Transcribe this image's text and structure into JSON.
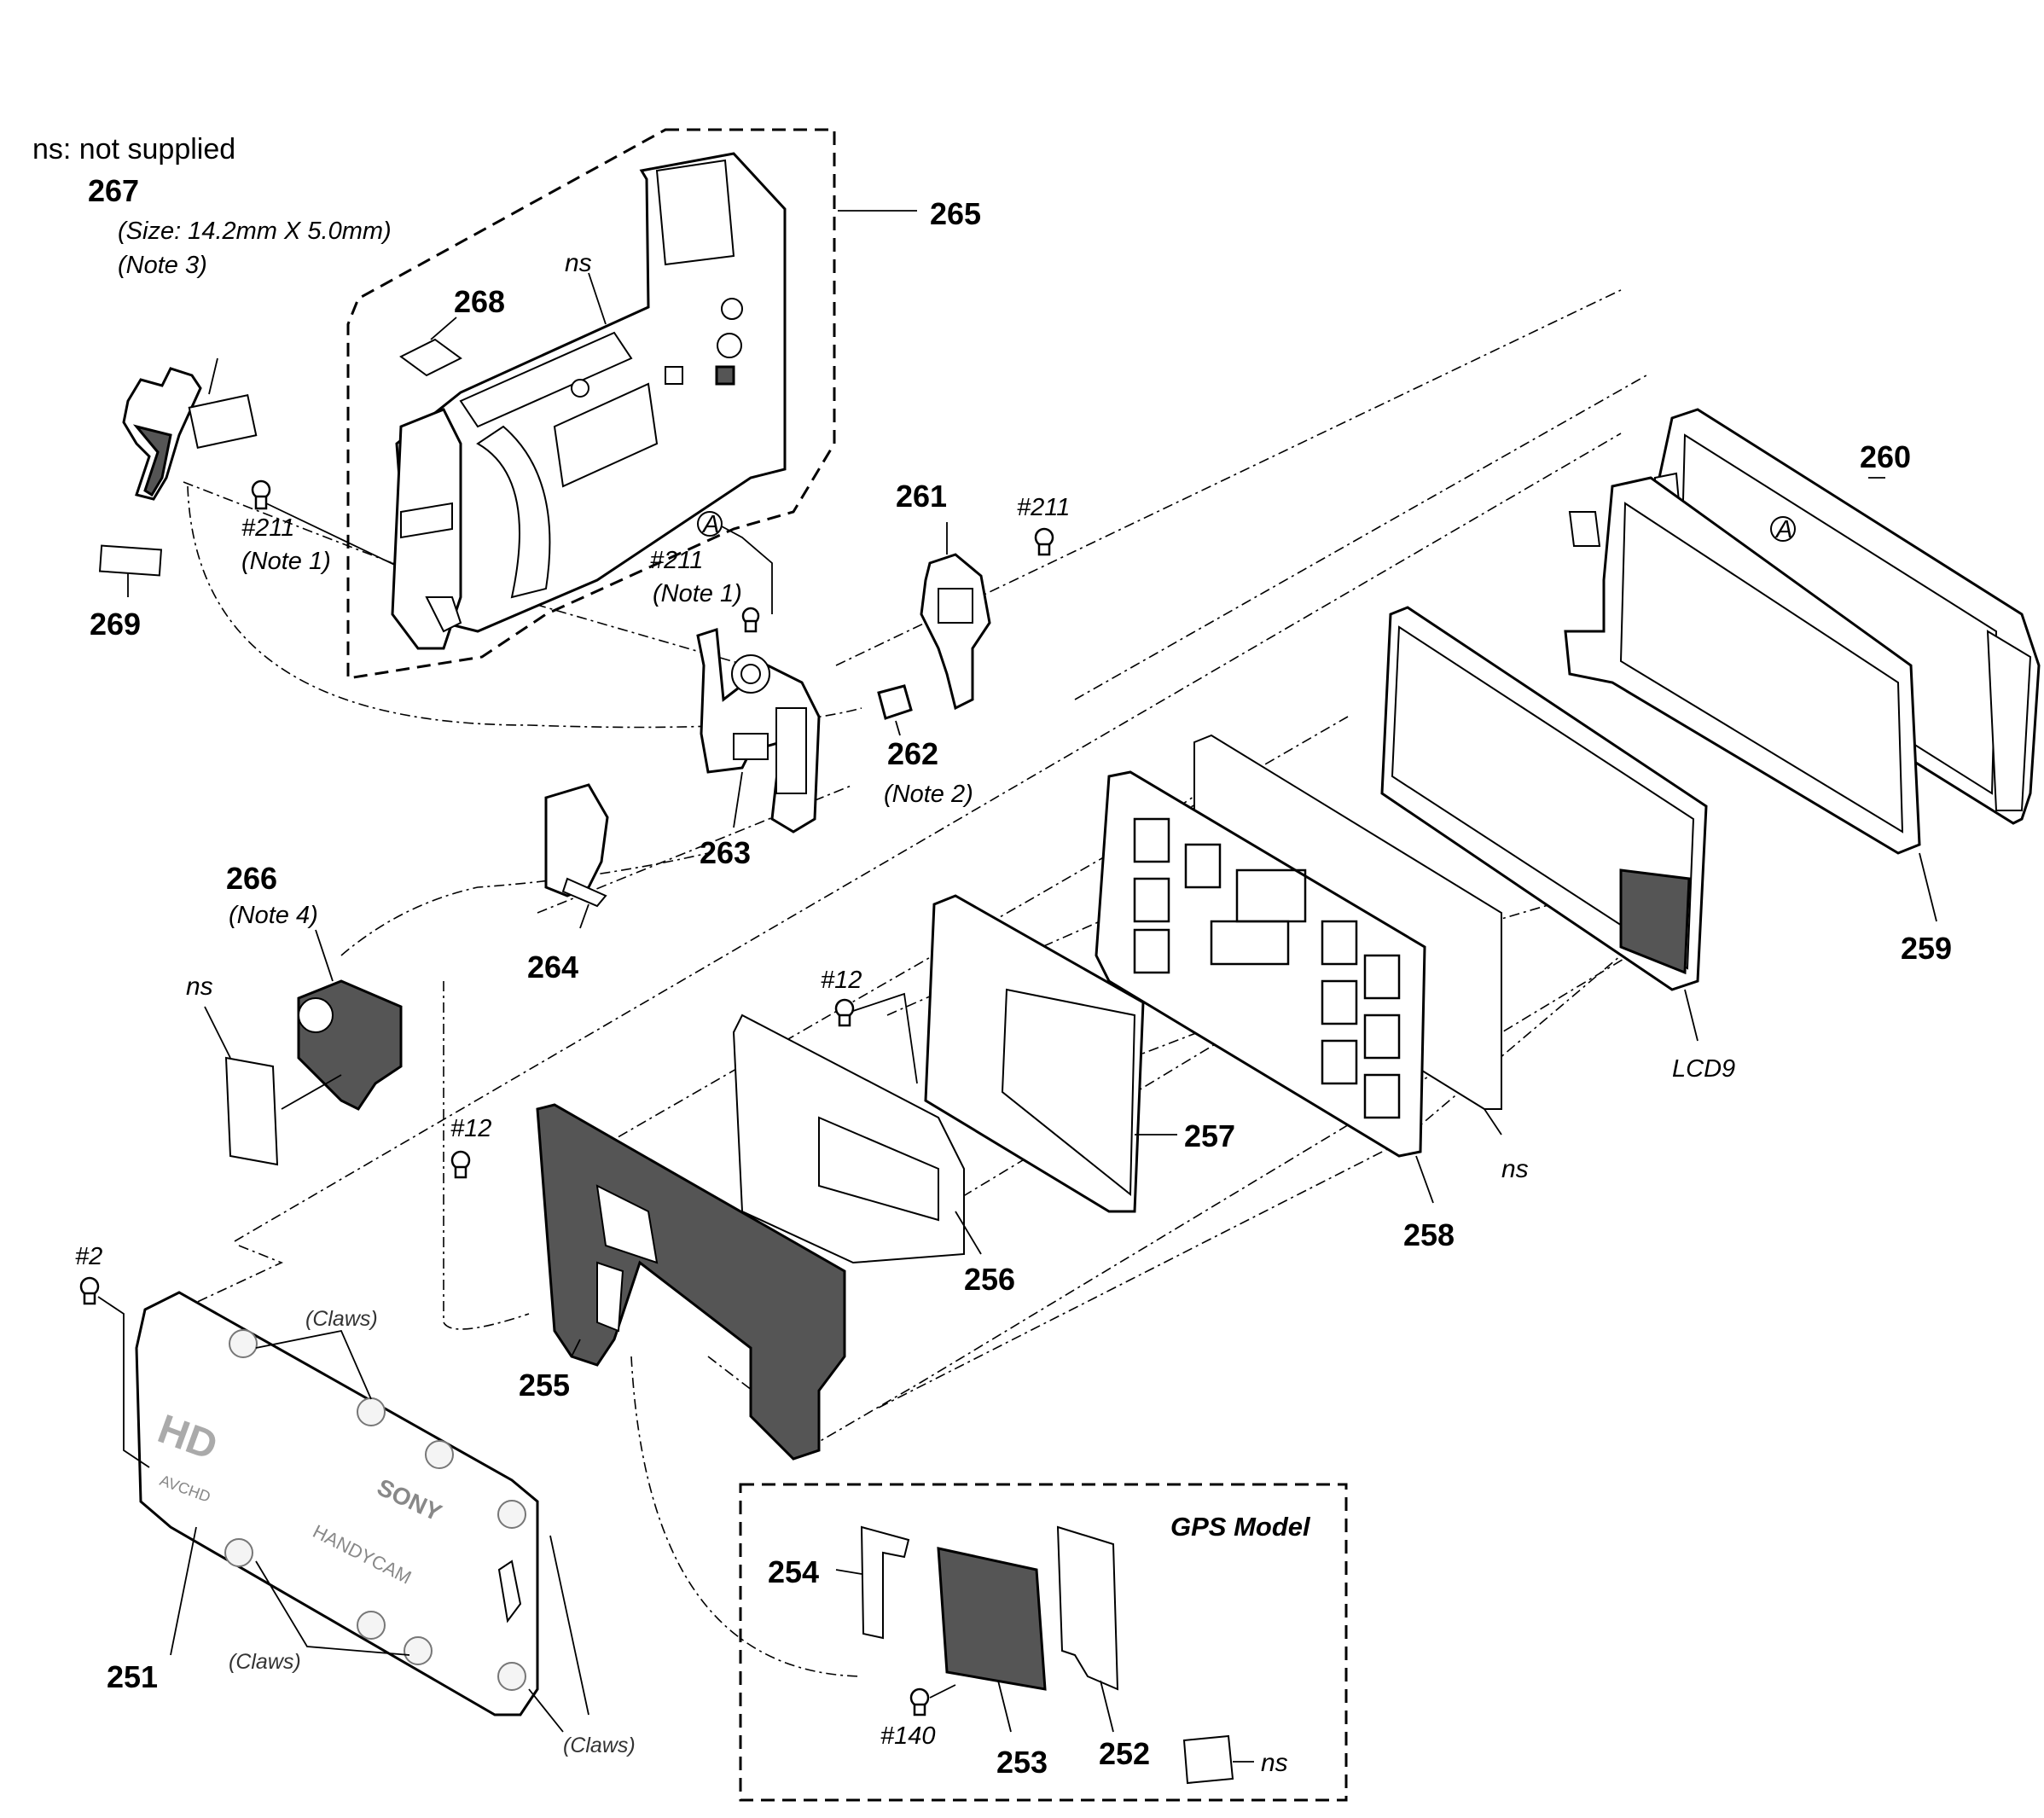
{
  "legend": {
    "ns_note": "ns: not supplied"
  },
  "labels": {
    "p251": "251",
    "p252": "252",
    "p253": "253",
    "p254": "254",
    "p255": "255",
    "p256": "256",
    "p257": "257",
    "p258": "258",
    "p259": "259",
    "p260": "260",
    "p261": "261",
    "p262": "262",
    "p263": "263",
    "p264": "264",
    "p265": "265",
    "p266": "266",
    "p267": "267",
    "p268": "268",
    "p269": "269",
    "lcd9": "LCD9"
  },
  "notes": {
    "size_267": "(Size: 14.2mm X 5.0mm)",
    "note3": "(Note 3)",
    "note1": "(Note 1)",
    "note2": "(Note 2)",
    "note4": "(Note 4)"
  },
  "screws": {
    "s211": "#211",
    "s12": "#12",
    "s2": "#2",
    "s140": "#140"
  },
  "ns_text": "ns",
  "circle_ref": "A",
  "gps_model": "GPS Model",
  "claws": "(Claws)",
  "panel_logos": {
    "hd": "HD",
    "avchd": "AVCHD",
    "sony": "SONY",
    "handycam": "HANDYCAM"
  }
}
